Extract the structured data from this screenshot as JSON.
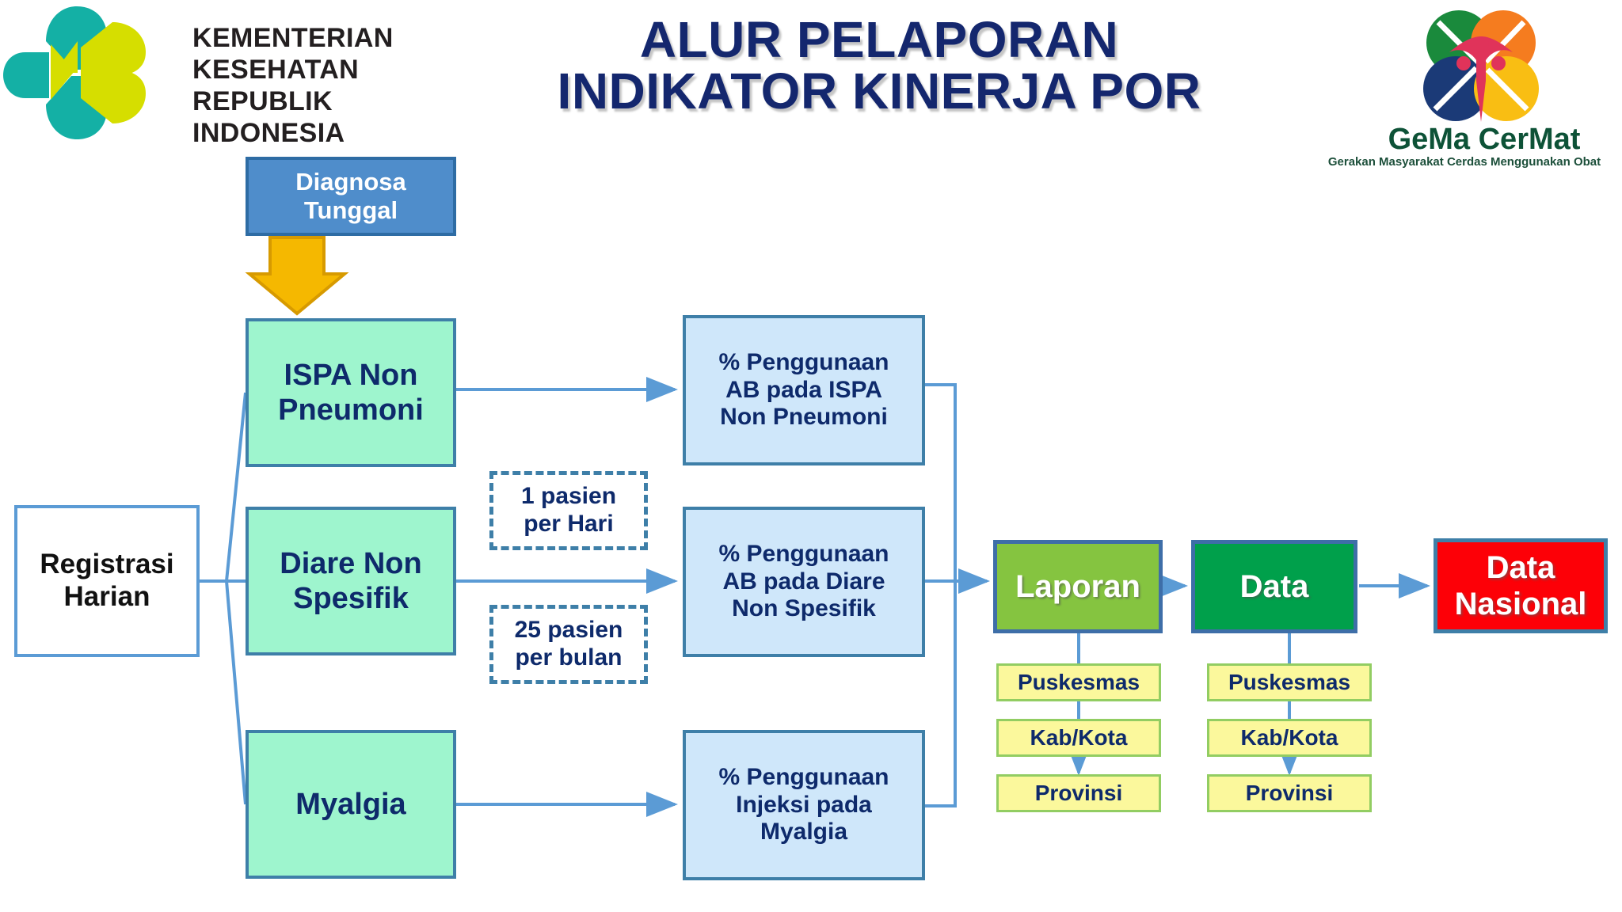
{
  "header": {
    "title_line1": "ALUR PELAPORAN",
    "title_line2": "INDIKATOR KINERJA POR",
    "title_color": "#14276E",
    "kemenkes": {
      "line1": "KEMENTERIAN",
      "line2": "KESEHATAN",
      "line3": "REPUBLIK",
      "line4": "INDONESIA",
      "logo_colors": [
        "#14B0A5",
        "#D6DE00"
      ]
    },
    "gema": {
      "wordmark": "GeMa CerMat",
      "tagline": "Gerakan Masyarakat Cerdas Menggunakan Obat",
      "wordmark_color": "#0D5237",
      "logo_colors": [
        "#1A8A3C",
        "#F57C1F",
        "#1B3A77",
        "#F9BE13",
        "#E0335A"
      ]
    }
  },
  "flow": {
    "diagnosa": {
      "line1": "Diagnosa",
      "line2": "Tunggal",
      "fill": "#4F8DCB"
    },
    "registrasi": {
      "line1": "Registrasi",
      "line2": "Harian",
      "fill": "#FFFFFF"
    },
    "diagnoses": [
      {
        "id": "ispa",
        "line1": "ISPA Non",
        "line2": "Pneumoni",
        "fill": "#9EF5CE"
      },
      {
        "id": "diare",
        "line1": "Diare Non",
        "line2": "Spesifik",
        "fill": "#9EF5CE"
      },
      {
        "id": "myalgia",
        "line1": "Myalgia",
        "line2": "",
        "fill": "#9EF5CE"
      }
    ],
    "notes": [
      {
        "line1": "1 pasien",
        "line2": "per Hari"
      },
      {
        "line1": "25 pasien",
        "line2": "per bulan"
      }
    ],
    "indicators": [
      {
        "id": "ind-ispa",
        "line1": "% Penggunaan",
        "line2": "AB pada ISPA",
        "line3": "Non Pneumoni",
        "fill": "#CFE7FA"
      },
      {
        "id": "ind-diare",
        "line1": "% Penggunaan",
        "line2": "AB pada Diare",
        "line3": "Non Spesifik",
        "fill": "#CFE7FA"
      },
      {
        "id": "ind-myalgia",
        "line1": "% Penggunaan",
        "line2": "Injeksi pada",
        "line3": "Myalgia",
        "fill": "#CFE7FA"
      }
    ],
    "laporan": {
      "label": "Laporan",
      "fill": "#85C440"
    },
    "data": {
      "label": "Data",
      "fill": "#00A04B"
    },
    "nasional": {
      "line1": "Data",
      "line2": "Nasional",
      "fill": "#FD0007"
    },
    "levels_laporan": [
      "Puskesmas",
      "Kab/Kota",
      "Provinsi"
    ],
    "levels_data": [
      "Puskesmas",
      "Kab/Kota",
      "Provinsi"
    ],
    "connector_color": "#5B9BD5",
    "arrow_down_color": "#F5B800"
  }
}
